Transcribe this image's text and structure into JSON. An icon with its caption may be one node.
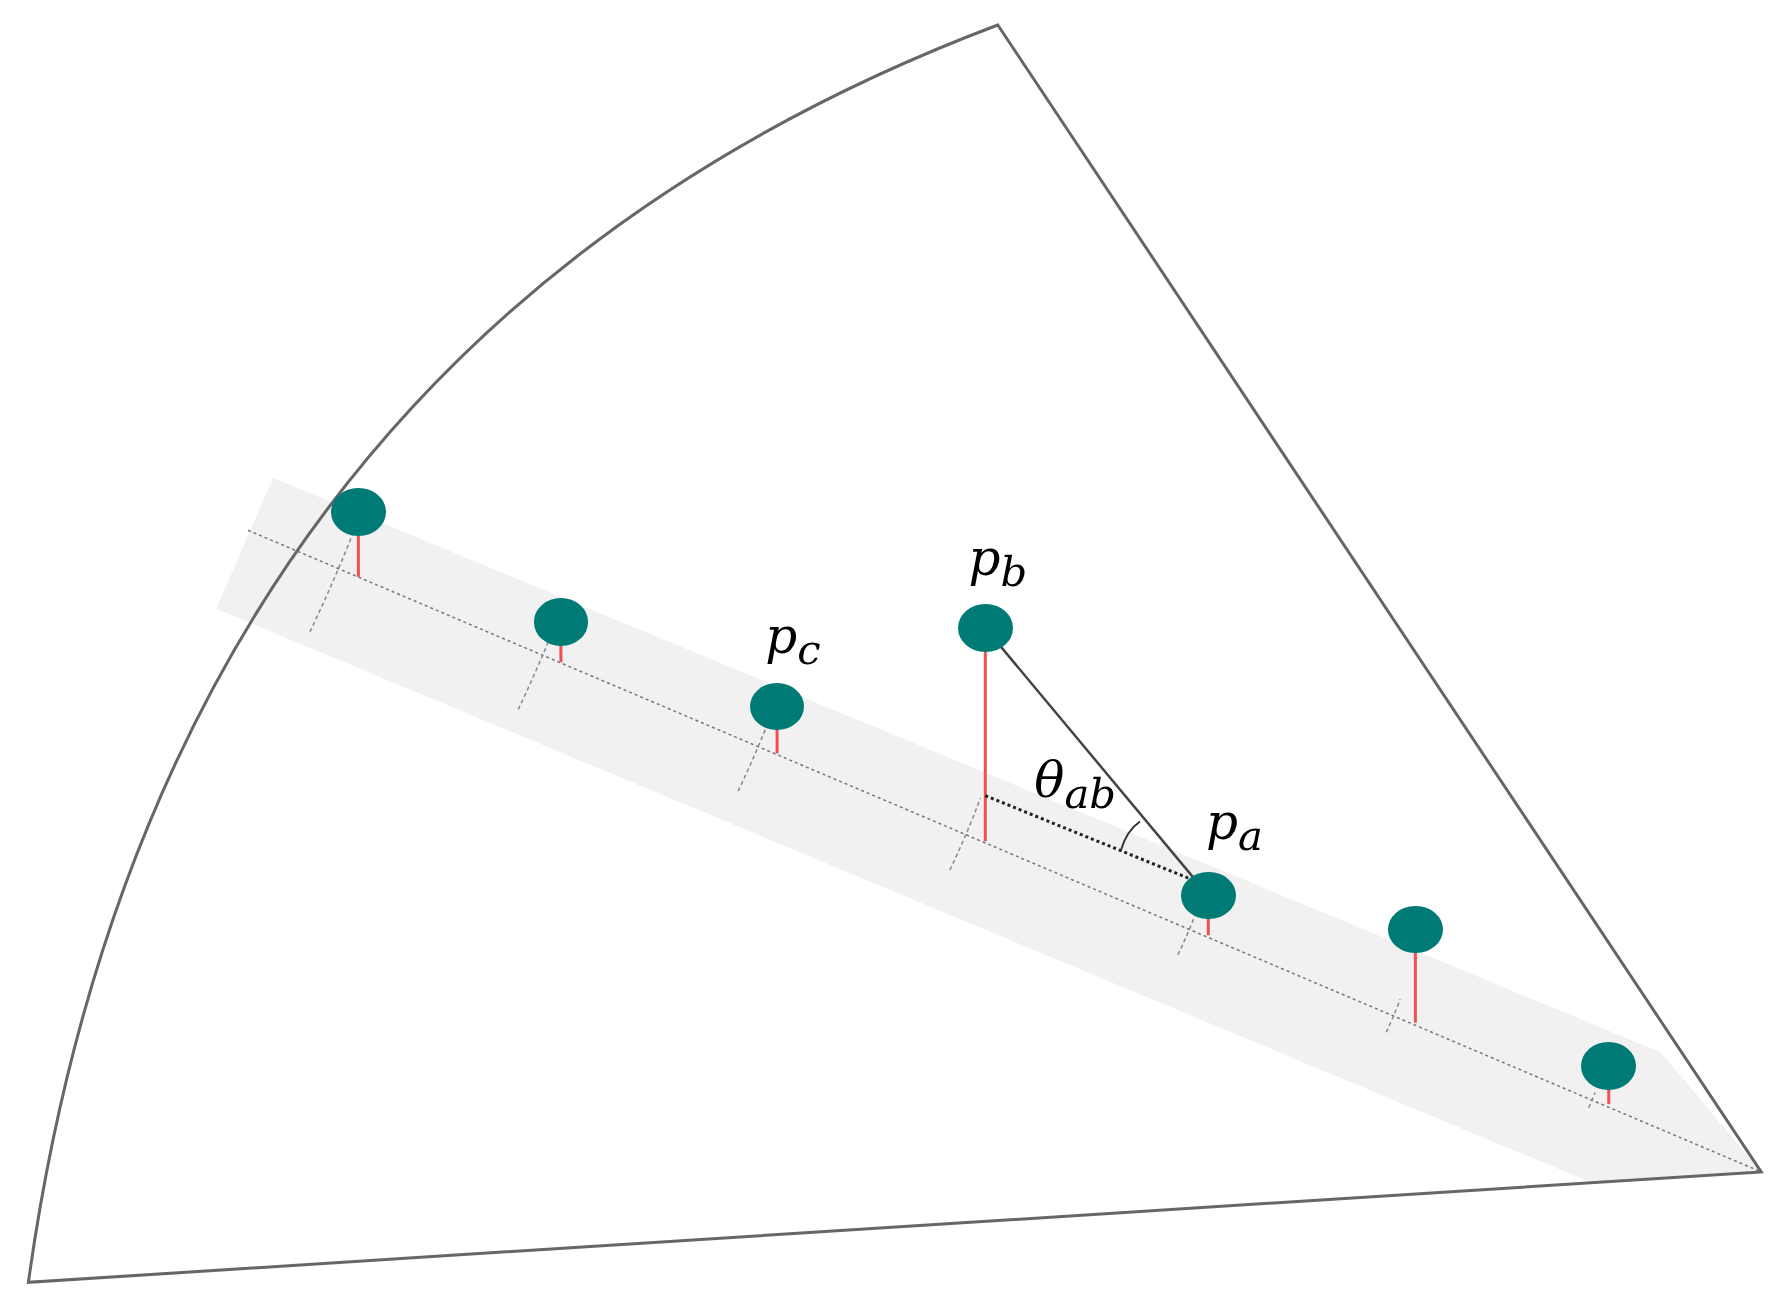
{
  "diagram": {
    "nodes": [
      {
        "text": [],
        "shape": "circle"
      },
      {
        "text": [],
        "shape": "circle"
      },
      {
        "text": [],
        "shape": "circle",
        "beside": [
          "p$_{c}$"
        ]
      },
      {
        "text": [],
        "shape": "circle",
        "beside": [
          "p$_{b}$"
        ]
      },
      {
        "text": [],
        "shape": "circle",
        "beside": [
          "p$_{a}$"
        ]
      },
      {
        "text": [],
        "shape": "circle"
      },
      {
        "text": [],
        "shape": "circle"
      }
    ],
    "edges": [
      {
        "from": 3,
        "to": 4,
        "arrow": "none"
      }
    ],
    "labels": [
      "θ$_{ab}$"
    ]
  }
}
